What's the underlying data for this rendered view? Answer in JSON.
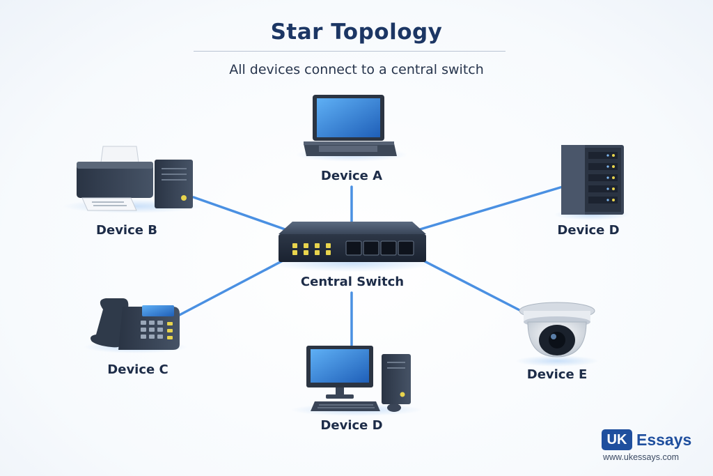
{
  "title": "Star Topology",
  "subtitle": "All devices connect to a central switch",
  "nodes": {
    "hub": "Central Switch",
    "device_a": "Device A",
    "device_b": "Device B",
    "device_c": "Device C",
    "device_d_right": "Device D",
    "device_d_bottom": "Device D",
    "device_e": "Device E"
  },
  "icons": {
    "hub": "network-switch-icon",
    "device_a": "laptop-icon",
    "device_b": "printer-and-pc-tower-icon",
    "device_c": "desk-phone-icon",
    "device_d_right": "server-rack-icon",
    "device_d_bottom": "desktop-computer-icon",
    "device_e": "dome-camera-icon"
  },
  "colors": {
    "title": "#1c3664",
    "link": "#4a90e2",
    "device_dark": "#2f3a4a",
    "screen": "#2f7ed8",
    "led": "#e8d44d"
  },
  "branding": {
    "logo_mark": "UK",
    "logo_name": "Essays",
    "url": "www.ukessays.com"
  }
}
